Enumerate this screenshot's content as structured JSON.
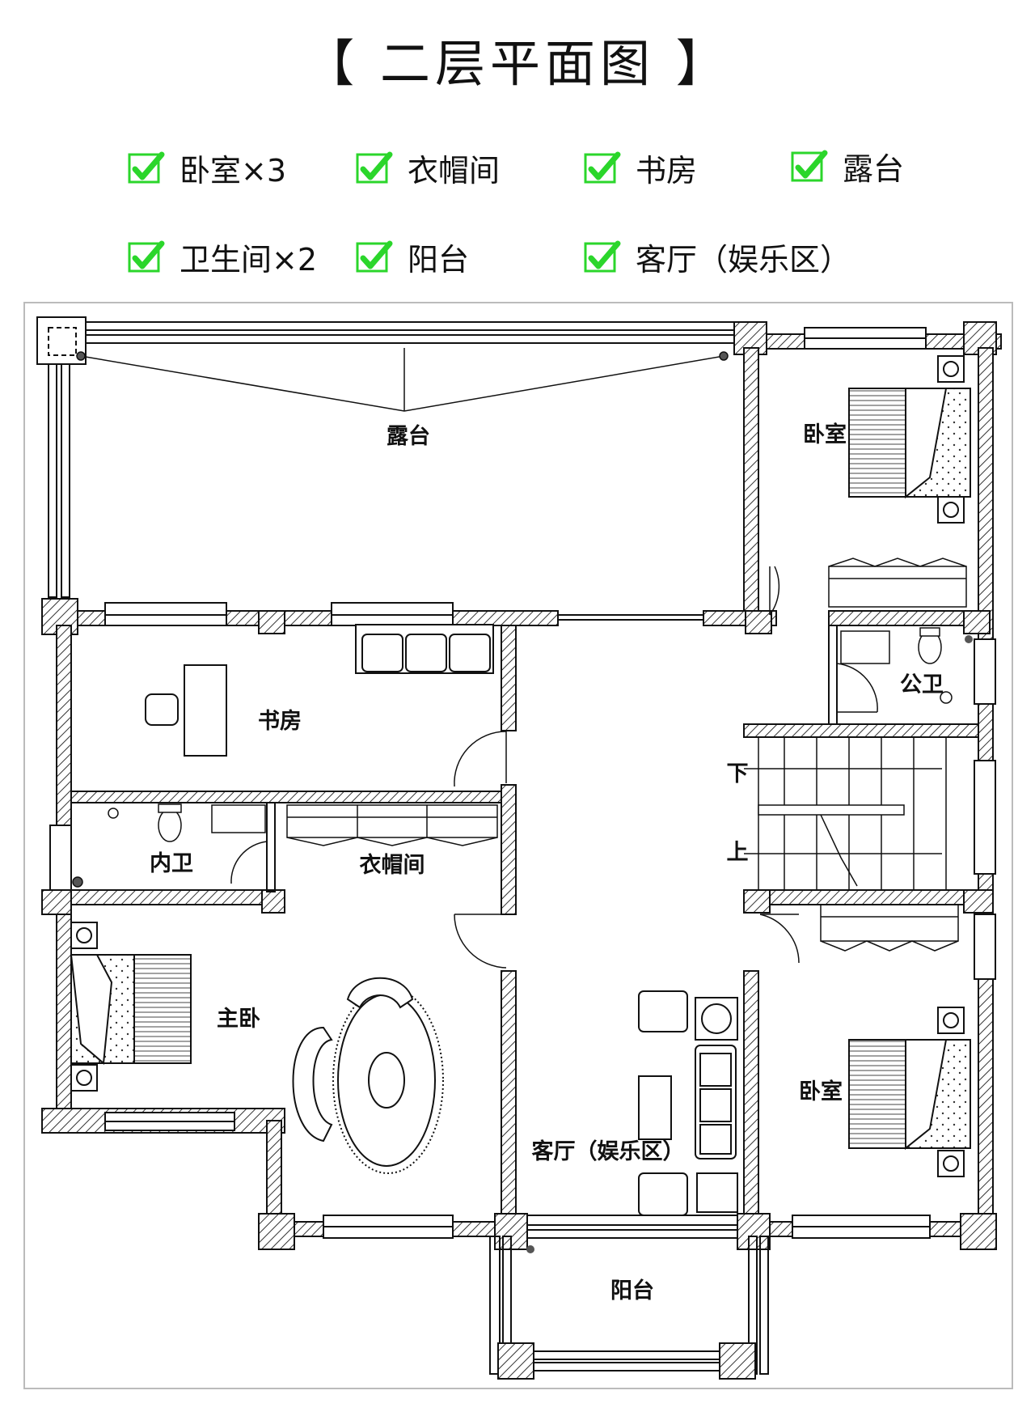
{
  "title": "【 二层平面图 】",
  "features": [
    {
      "label": "卧室×3"
    },
    {
      "label": "衣帽间"
    },
    {
      "label": "书房"
    },
    {
      "label": "露台"
    },
    {
      "label": "卫生间×2"
    },
    {
      "label": "阳台"
    },
    {
      "label": "客厅（娱乐区）"
    }
  ],
  "rooms": {
    "terrace": "露台",
    "bedroom_ne": "卧室",
    "study": "书房",
    "public_bath": "公卫",
    "stair_down": "下",
    "stair_up": "上",
    "inner_bath": "内卫",
    "closet": "衣帽间",
    "master": "主卧",
    "bedroom_se": "卧室",
    "living": "客厅（娱乐区）",
    "balcony": "阳台"
  },
  "colors": {
    "check": "#2bd62b",
    "line": "#111111",
    "hatch": "#333333"
  },
  "icons": [
    "check-icon"
  ]
}
